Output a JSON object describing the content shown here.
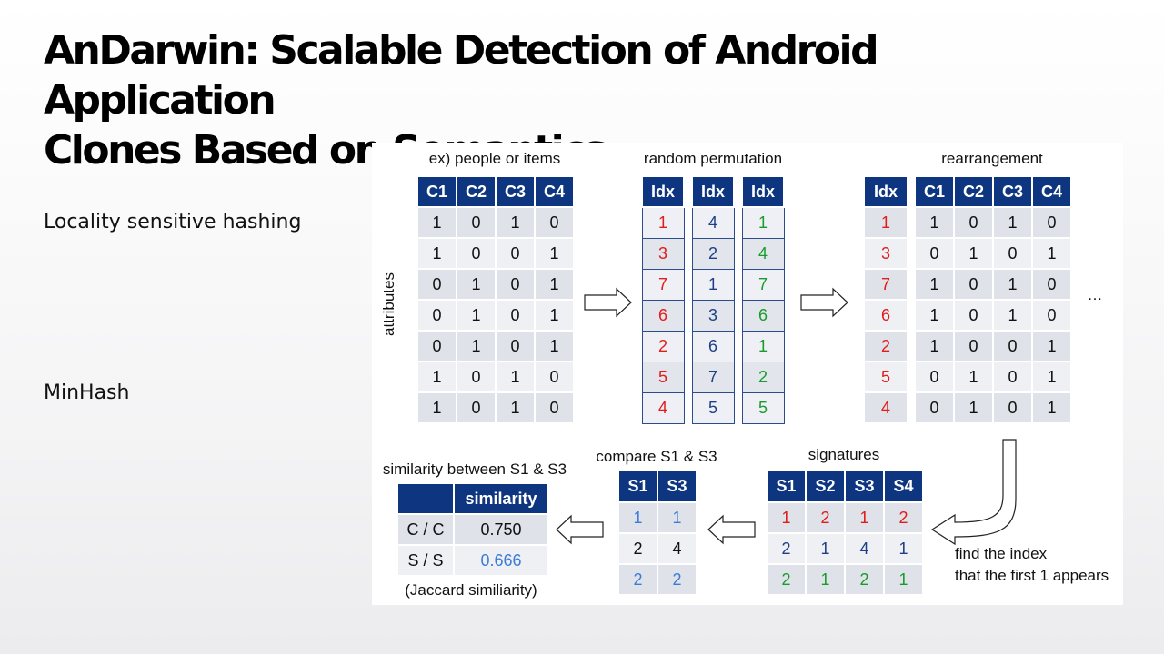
{
  "title_line1": "AnDarwin:  Scalable Detection of Android Application",
  "title_line2": "Clones Based on Semantics",
  "bullets": [
    "Locality sensitive hashing",
    "MinHash"
  ],
  "labels": {
    "items": "ex) people or items",
    "permutation": "random permutation",
    "rearrangement": "rearrangement",
    "attributes": "attributes",
    "ellipsis": "…",
    "signatures": "signatures",
    "find_line1": "find the index",
    "find_line2": "that the first 1 appears",
    "compare": "compare S1 & S3",
    "similarity_between": "similarity  between S1 & S3",
    "jaccard": "(Jaccard similiarity)"
  },
  "colors": {
    "header": "#0e3680",
    "red": "#e21b1b",
    "blue": "#1d3f86",
    "green": "#179c2c",
    "light_blue": "#3c7bd8"
  },
  "matrix": {
    "headers": [
      "C1",
      "C2",
      "C3",
      "C4"
    ],
    "rows": [
      [
        "1",
        "0",
        "1",
        "0"
      ],
      [
        "1",
        "0",
        "0",
        "1"
      ],
      [
        "0",
        "1",
        "0",
        "1"
      ],
      [
        "0",
        "1",
        "0",
        "1"
      ],
      [
        "0",
        "1",
        "0",
        "1"
      ],
      [
        "1",
        "0",
        "1",
        "0"
      ],
      [
        "1",
        "0",
        "1",
        "0"
      ]
    ]
  },
  "perm1": {
    "header": "Idx",
    "values": [
      "1",
      "3",
      "7",
      "6",
      "2",
      "5",
      "4"
    ]
  },
  "perm2": {
    "header": "Idx",
    "values": [
      "4",
      "2",
      "1",
      "3",
      "6",
      "7",
      "5"
    ]
  },
  "perm3": {
    "header": "Idx",
    "values": [
      "1",
      "4",
      "7",
      "6",
      "1",
      "2",
      "5"
    ]
  },
  "rearr_idx": {
    "header": "Idx",
    "values": [
      "1",
      "3",
      "7",
      "6",
      "2",
      "5",
      "4"
    ]
  },
  "rearr": {
    "headers": [
      "C1",
      "C2",
      "C3",
      "C4"
    ],
    "rows": [
      [
        "1",
        "0",
        "1",
        "0"
      ],
      [
        "0",
        "1",
        "0",
        "1"
      ],
      [
        "1",
        "0",
        "1",
        "0"
      ],
      [
        "1",
        "0",
        "1",
        "0"
      ],
      [
        "1",
        "0",
        "0",
        "1"
      ],
      [
        "0",
        "1",
        "0",
        "1"
      ],
      [
        "0",
        "1",
        "0",
        "1"
      ]
    ]
  },
  "signatures": {
    "headers": [
      "S1",
      "S2",
      "S3",
      "S4"
    ],
    "rows": [
      [
        "1",
        "2",
        "1",
        "2"
      ],
      [
        "2",
        "1",
        "4",
        "1"
      ],
      [
        "2",
        "1",
        "2",
        "1"
      ]
    ]
  },
  "compare": {
    "headers": [
      "S1",
      "S3"
    ],
    "rows": [
      [
        "1",
        "1"
      ],
      [
        "2",
        "4"
      ],
      [
        "2",
        "2"
      ]
    ]
  },
  "similarity": {
    "headers": [
      "",
      "similarity"
    ],
    "rows": [
      [
        "C / C",
        "0.750"
      ],
      [
        "S / S",
        "0.666"
      ]
    ]
  }
}
